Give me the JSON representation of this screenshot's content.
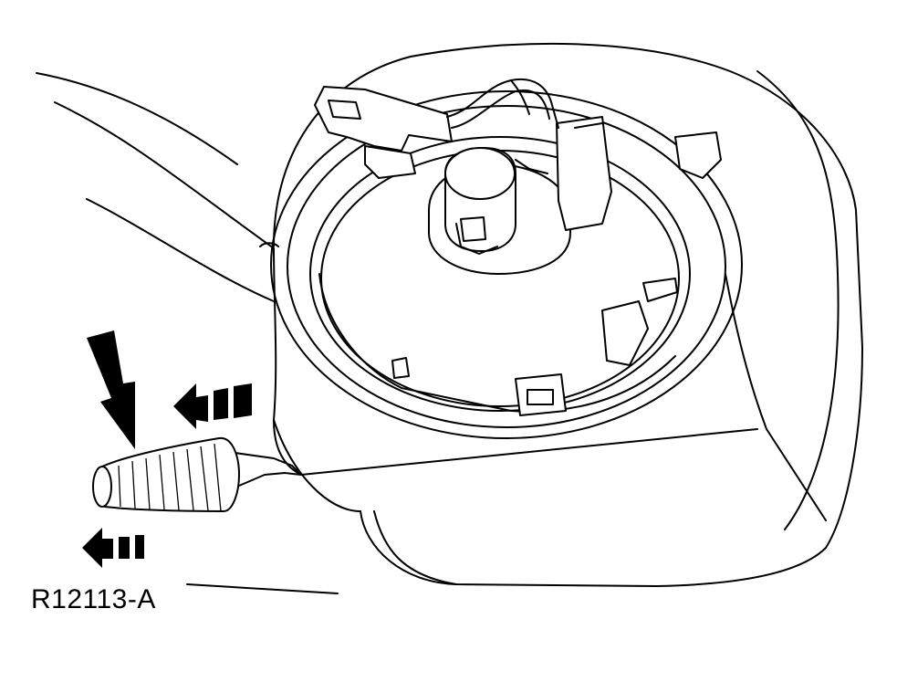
{
  "figure": {
    "reference_number": "R12113-A",
    "line_color": "#000000",
    "background_color": "#ffffff",
    "arrows": [
      {
        "name": "press-down-arrow",
        "style": "solid",
        "direction": "down"
      },
      {
        "name": "slide-in-arrow",
        "style": "dashed",
        "direction": "left"
      },
      {
        "name": "pull-out-arrow",
        "style": "dashed",
        "direction": "left"
      }
    ]
  }
}
